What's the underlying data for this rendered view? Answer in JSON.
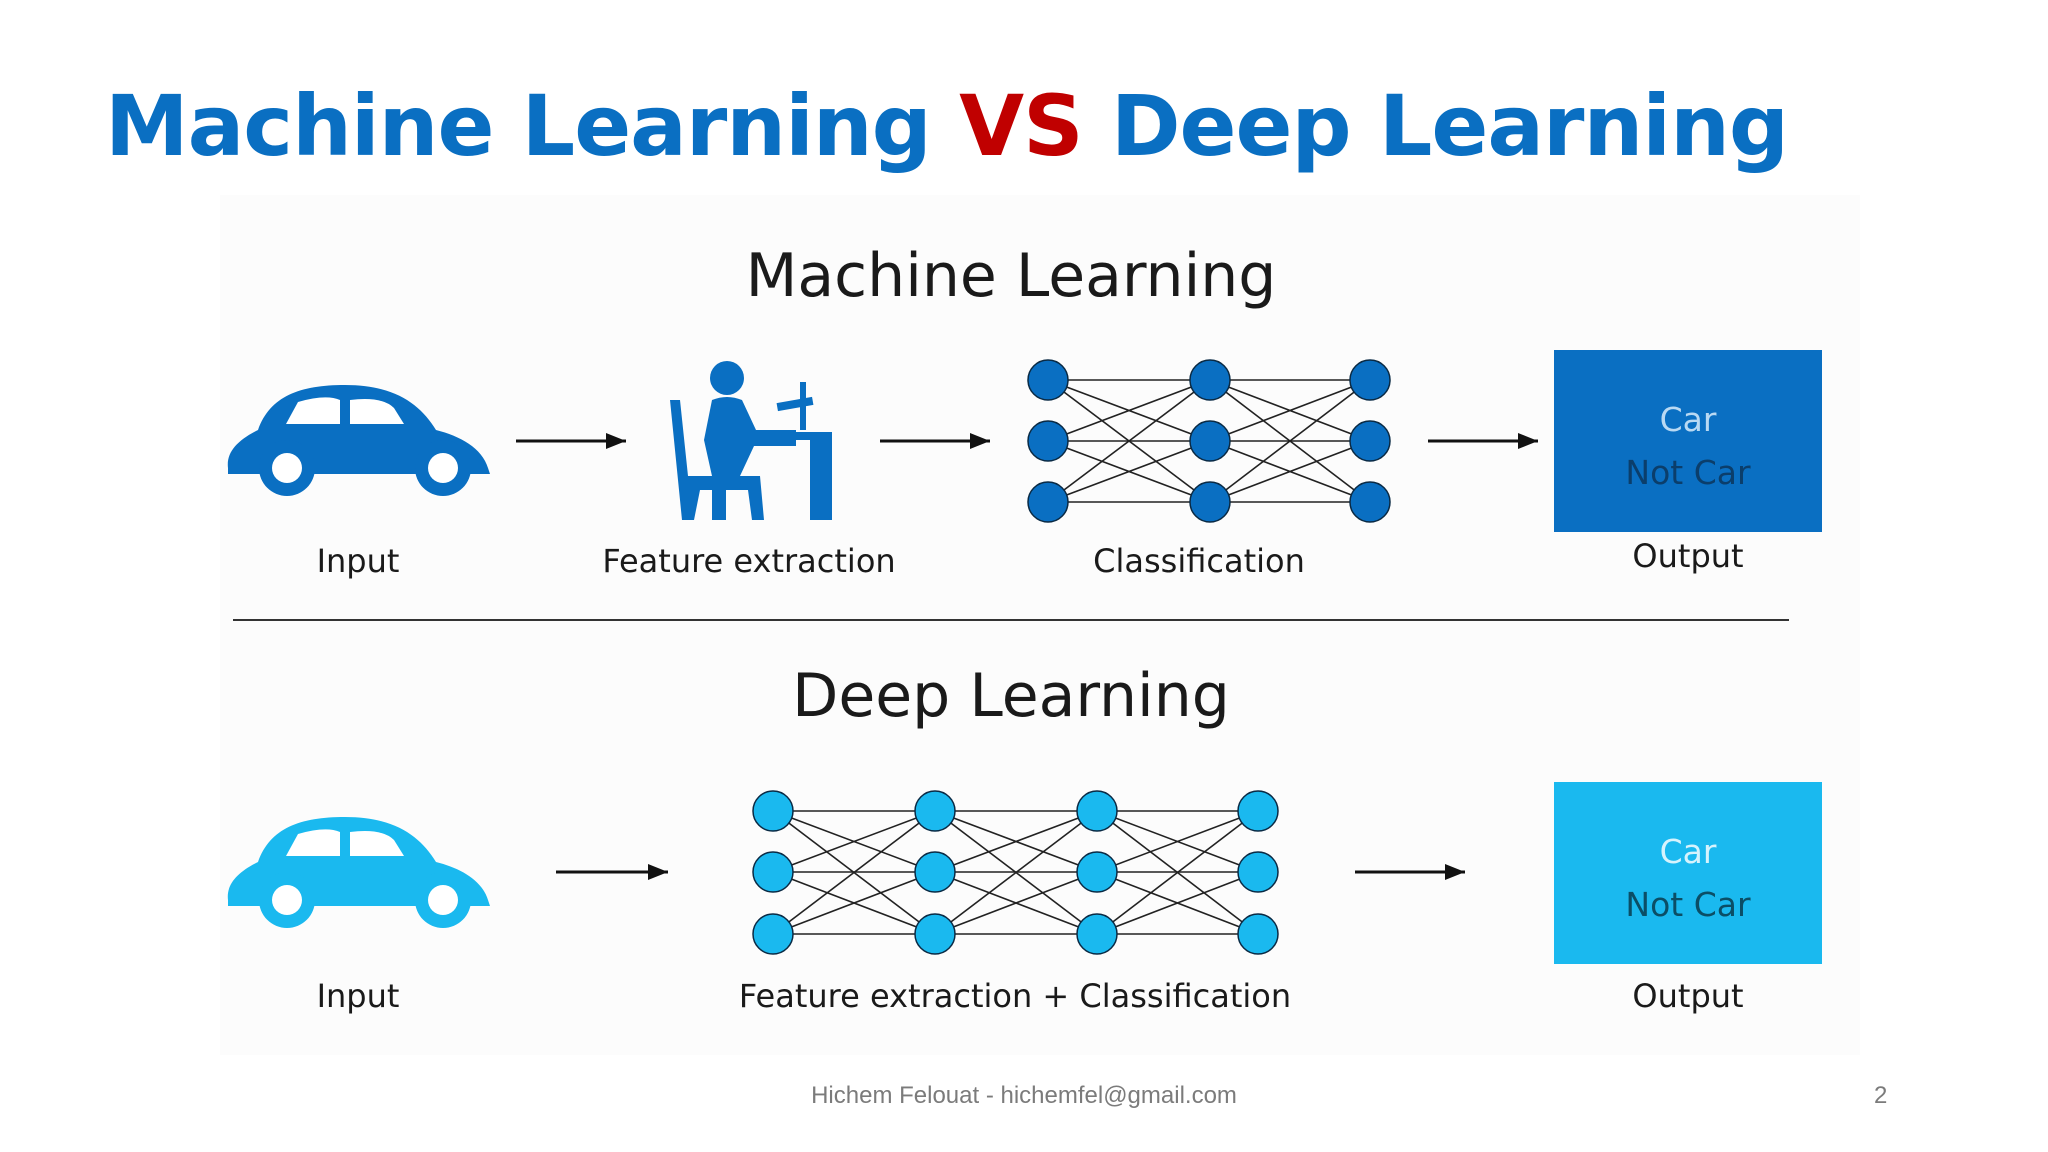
{
  "title": {
    "part1": "Machine Learning",
    "vs": "VS",
    "part2": "Deep Learning",
    "colors": {
      "main": "#0a6fc2",
      "vs": "#c00000"
    }
  },
  "machine_learning": {
    "heading": "Machine Learning",
    "color": "#0a6fc2",
    "input_label": "Input",
    "feature_label": "Feature extraction",
    "classification_label": "Classification",
    "output_box": {
      "line1": "Car",
      "line2": "Not Car"
    },
    "output_label": "Output",
    "icons": [
      "car-icon",
      "person-at-desk-icon",
      "neural-network-icon"
    ]
  },
  "deep_learning": {
    "heading": "Deep Learning",
    "color": "#1ab9ef",
    "input_label": "Input",
    "combined_label": "Feature extraction + Classification",
    "output_box": {
      "line1": "Car",
      "line2": "Not Car"
    },
    "output_label": "Output",
    "icons": [
      "car-icon",
      "neural-network-icon"
    ]
  },
  "footer": {
    "author": "Hichem Felouat - hichemfel@gmail.com",
    "page": "2"
  }
}
